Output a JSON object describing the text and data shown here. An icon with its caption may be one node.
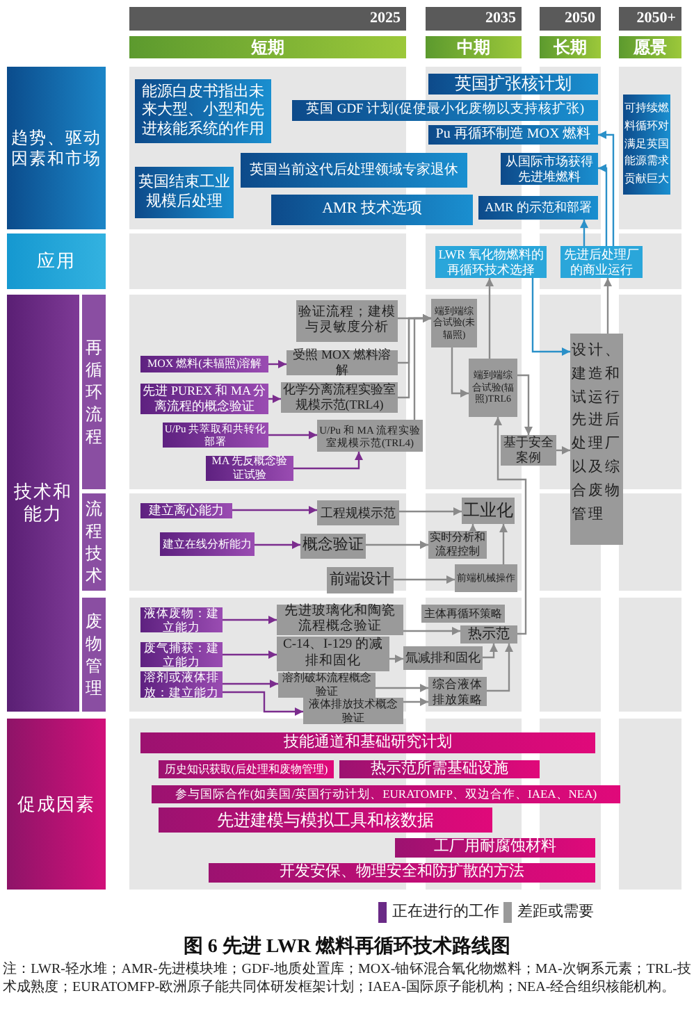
{
  "diagram": {
    "caption": "图 6 先进 LWR 燃料再循环技术路线图",
    "nodes": [
      {
        "text": [
          "2025"
        ]
      },
      {
        "text": [
          "2035"
        ]
      },
      {
        "text": [
          "2050"
        ]
      },
      {
        "text": [
          "2050+"
        ]
      },
      {
        "text": [
          "短期"
        ]
      },
      {
        "text": [
          "中期"
        ]
      },
      {
        "text": [
          "长期"
        ]
      },
      {
        "text": [
          "愿景"
        ]
      },
      {
        "text": [
          "趋势、驱动因素和市场"
        ]
      },
      {
        "text": [
          "能源白皮书指出未来大型、小型和先进核能系统的作用"
        ]
      },
      {
        "text": [
          "英国扩张核计划"
        ]
      },
      {
        "text": [
          "英国 GDF 计划(促使最小化废物以支持核扩张)"
        ]
      },
      {
        "text": [
          "Pu 再循环制造 MOX 燃料"
        ]
      },
      {
        "text": [
          "英国当前这代后处理领域专家退休"
        ]
      },
      {
        "text": [
          "从国际市场获得先进堆燃料"
        ]
      },
      {
        "text": [
          "英国结束工业规模后处理"
        ]
      },
      {
        "text": [
          "AMR 技术选项"
        ]
      },
      {
        "text": [
          "AMR 的示范和部署"
        ]
      },
      {
        "text": [
          "可持续燃料循环对满足英国能源需求贡献巨大"
        ]
      },
      {
        "text": [
          "应用"
        ]
      },
      {
        "text": [
          "LWR 氧化物燃料的再循环技术选择"
        ]
      },
      {
        "text": [
          "先进后处理厂的商业运行"
        ]
      },
      {
        "text": [
          "技术和能力"
        ]
      },
      {
        "text": [
          "再循环流程"
        ]
      },
      {
        "text": [
          "验证流程；建模与灵敏度分析"
        ]
      },
      {
        "text": [
          "端到端综合试验(未辐照)"
        ]
      },
      {
        "text": [
          "MOX 燃料(未辐照)溶解"
        ]
      },
      {
        "text": [
          "受照 MOX 燃料溶解"
        ]
      },
      {
        "text": [
          "先进 PUREX 和 MA 分离流程的概念验证"
        ]
      },
      {
        "text": [
          "化学分离流程实验室规模示范(TRL4)"
        ]
      },
      {
        "text": [
          "端到端综合试验(辐照)TRL6"
        ]
      },
      {
        "text": [
          "U/Pu 共萃取和共转化部署"
        ]
      },
      {
        "text": [
          "U/Pu 和 MA 流程实验室规模示范(TRL4)"
        ]
      },
      {
        "text": [
          "MA 先反概念验证试验"
        ]
      },
      {
        "text": [
          "基于安全案例"
        ]
      },
      {
        "text": [
          "设计、建造和试运行先进后处理厂以及综合废物管理"
        ]
      },
      {
        "text": [
          "流程技术"
        ]
      },
      {
        "text": [
          "建立离心能力"
        ]
      },
      {
        "text": [
          "工程规模示范"
        ]
      },
      {
        "text": [
          "工业化"
        ]
      },
      {
        "text": [
          "建立在线分析能力"
        ]
      },
      {
        "text": [
          "概念验证"
        ]
      },
      {
        "text": [
          "实时分析和流程控制"
        ]
      },
      {
        "text": [
          "前端设计"
        ]
      },
      {
        "text": [
          "前端机械操作"
        ]
      },
      {
        "text": [
          "废物管理"
        ]
      },
      {
        "text": [
          "液体废物：建立能力"
        ]
      },
      {
        "text": [
          "先进玻璃化和陶瓷流程概念验证"
        ]
      },
      {
        "text": [
          "主体再循环策略"
        ]
      },
      {
        "text": [
          "热示范"
        ]
      },
      {
        "text": [
          "废气捕获：建立能力"
        ]
      },
      {
        "text": [
          "C-14、I-129 的减排和固化"
        ]
      },
      {
        "text": [
          "氚减排和固化"
        ]
      },
      {
        "text": [
          "溶剂或液体排放：建立能力"
        ]
      },
      {
        "text": [
          "溶剂破坏流程概念验证"
        ]
      },
      {
        "text": [
          "综合液体排放策略"
        ]
      },
      {
        "text": [
          "液体排放技术概念验证"
        ]
      },
      {
        "text": [
          "促成因素"
        ]
      },
      {
        "text": [
          "技能通道和基础研究计划"
        ]
      },
      {
        "text": [
          "历史知识获取(后处理和废物管理)"
        ]
      },
      {
        "text": [
          "热示范所需基础设施"
        ]
      },
      {
        "text": [
          "参与国际合作(如美国/英国行动计划、EURATOMFP、双边合作、IAEA、NEA)"
        ]
      },
      {
        "text": [
          "先进建模与模拟工具和核数据"
        ]
      },
      {
        "text": [
          "工厂用耐腐蚀材料"
        ]
      },
      {
        "text": [
          "开发安保、物理安全和防扩散的方法"
        ]
      }
    ],
    "edges": [
      {
        "from": 21,
        "to": 17,
        "arrow": "to",
        "color": "#2a90c8"
      },
      {
        "from": 21,
        "to": 14,
        "arrow": "to",
        "color": "#2a90c8"
      },
      {
        "from": 21,
        "to": 12,
        "arrow": "to",
        "color": "#2a90c8"
      },
      {
        "from": 26,
        "to": 27,
        "arrow": "to",
        "color": "#7b2d8e"
      },
      {
        "from": 28,
        "to": 29,
        "arrow": "to",
        "color": "#7b2d8e"
      },
      {
        "from": 31,
        "to": 32,
        "arrow": "to",
        "color": "#7b2d8e"
      },
      {
        "from": 33,
        "to": 32,
        "arrow": "to",
        "color": "#7b2d8e"
      },
      {
        "from": 24,
        "to": 25,
        "arrow": "to"
      },
      {
        "from": 27,
        "to": 25,
        "arrow": "to"
      },
      {
        "from": 29,
        "to": 25,
        "arrow": "to"
      },
      {
        "from": 32,
        "to": 25,
        "arrow": "to"
      },
      {
        "from": 25,
        "to": 30,
        "arrow": "to"
      },
      {
        "from": 30,
        "to": 34,
        "arrow": "to"
      },
      {
        "from": 34,
        "to": 35,
        "arrow": "to"
      },
      {
        "from": 20,
        "to": 35,
        "arrow": "to",
        "color": "#2a90c8"
      },
      {
        "from": 35,
        "to": 21,
        "arrow": "to"
      },
      {
        "from": 30,
        "to": 20,
        "arrow": "to"
      },
      {
        "from": 49,
        "to": 30,
        "arrow": "to"
      },
      {
        "from": 37,
        "to": 38,
        "arrow": "to",
        "color": "#7b2d8e"
      },
      {
        "from": 38,
        "to": 39,
        "arrow": "to"
      },
      {
        "from": 40,
        "to": 41,
        "arrow": "to",
        "color": "#7b2d8e"
      },
      {
        "from": 41,
        "to": 42,
        "arrow": "to"
      },
      {
        "from": 42,
        "to": 39,
        "arrow": "to"
      },
      {
        "from": 43,
        "to": 44,
        "arrow": "to"
      },
      {
        "from": 44,
        "to": 39,
        "arrow": "to"
      },
      {
        "from": 46,
        "to": 47,
        "arrow": "to",
        "color": "#7b2d8e"
      },
      {
        "from": 47,
        "to": 49,
        "arrow": "to"
      },
      {
        "from": 50,
        "to": 51,
        "arrow": "to",
        "color": "#7b2d8e"
      },
      {
        "from": 51,
        "to": 52,
        "arrow": "to"
      },
      {
        "from": 52,
        "to": 49,
        "arrow": "to"
      },
      {
        "from": 53,
        "to": 54,
        "arrow": "to",
        "color": "#7b2d8e"
      },
      {
        "from": 53,
        "to": 56,
        "arrow": "to",
        "color": "#7b2d8e"
      },
      {
        "from": 54,
        "to": 55,
        "arrow": "to"
      },
      {
        "from": 56,
        "to": 55,
        "arrow": "to"
      },
      {
        "from": 55,
        "to": 49,
        "arrow": "to"
      }
    ],
    "labels": [
      "注：LWR-轻水堆；AMR-先进模块堆；GDF-地质处置库；MOX-铀钚混合氧化物燃料；MA-次锕系元素；TRL-技术成熟度；EURATOMFP-欧洲原子能共同体研发框架计划；IAEA-国际原子能机构；NEA-经合组织核能机构。"
    ],
    "legend": [
      {
        "text": "正在进行的工作",
        "color": "#6a2a86"
      },
      {
        "text": "差距或需要",
        "color": "#9a9a9a"
      }
    ]
  }
}
